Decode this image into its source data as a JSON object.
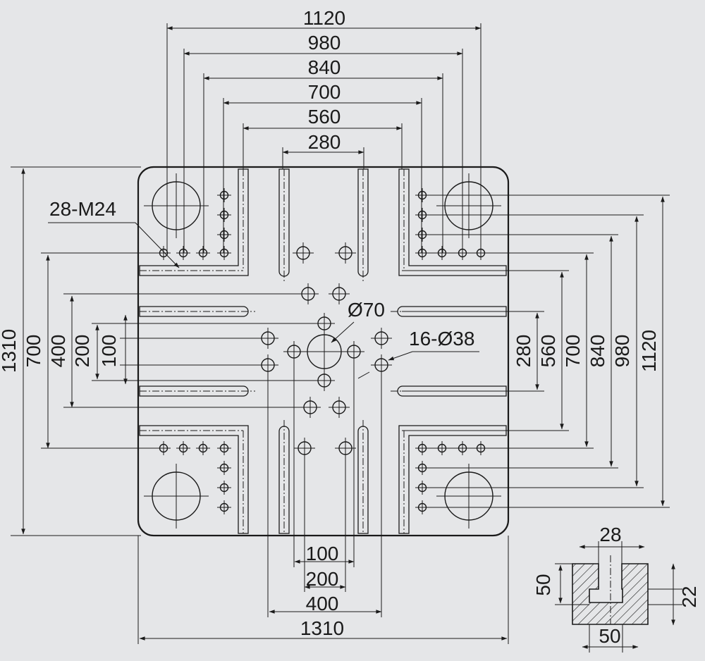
{
  "top_dims": [
    "1120",
    "980",
    "840",
    "700",
    "560",
    "280"
  ],
  "left_dims": [
    "1310",
    "700",
    "400",
    "200",
    "100"
  ],
  "right_dims": [
    "280",
    "560",
    "700",
    "840",
    "980",
    "1120"
  ],
  "bottom_dims": [
    "100",
    "200",
    "400",
    "1310"
  ],
  "callouts": {
    "tapped_holes": "28-M24",
    "center_hole": "Ø70",
    "through_holes": "16-Ø38"
  },
  "slot_detail": {
    "top_width": "28",
    "depth": "50",
    "neck": "22",
    "bottom_width": "50"
  }
}
